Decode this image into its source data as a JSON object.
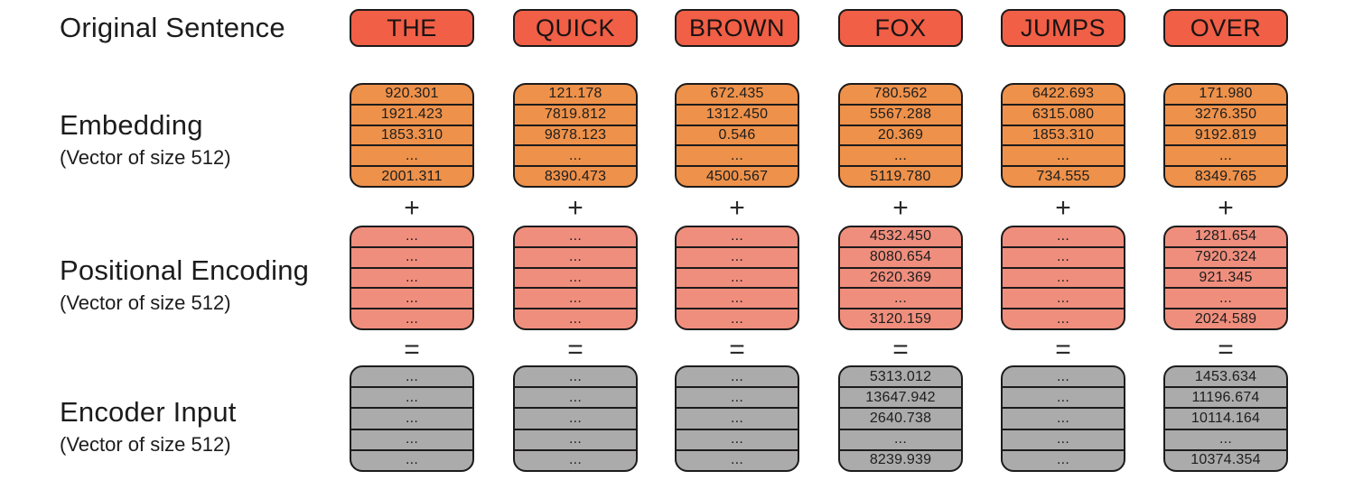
{
  "labels": {
    "original_sentence": "Original Sentence",
    "embedding": {
      "title": "Embedding",
      "subtitle": "(Vector of size 512)"
    },
    "positional_encoding": {
      "title": "Positional Encoding",
      "subtitle": "(Vector of size 512)"
    },
    "encoder_input": {
      "title": "Encoder Input",
      "subtitle": "(Vector of size 512)"
    }
  },
  "operators": {
    "plus": "+",
    "equals": "="
  },
  "colors": {
    "token-fill": "#f05f46",
    "embedding-fill": "#ee914a",
    "positional-fill": "#f08e7d",
    "encoder-fill": "#ababab",
    "box-border": "#1d1b1b",
    "text": "#1d1d1d"
  },
  "columns": [
    {
      "token": "THE",
      "embedding": [
        "920.301",
        "1921.423",
        "1853.310",
        "...",
        "2001.311"
      ],
      "positional": [
        "...",
        "...",
        "...",
        "...",
        "..."
      ],
      "encoder": [
        "...",
        "...",
        "...",
        "...",
        "..."
      ]
    },
    {
      "token": "QUICK",
      "embedding": [
        "121.178",
        "7819.812",
        "9878.123",
        "...",
        "8390.473"
      ],
      "positional": [
        "...",
        "...",
        "...",
        "...",
        "..."
      ],
      "encoder": [
        "...",
        "...",
        "...",
        "...",
        "..."
      ]
    },
    {
      "token": "BROWN",
      "embedding": [
        "672.435",
        "1312.450",
        "0.546",
        "...",
        "4500.567"
      ],
      "positional": [
        "...",
        "...",
        "...",
        "...",
        "..."
      ],
      "encoder": [
        "...",
        "...",
        "...",
        "...",
        "..."
      ]
    },
    {
      "token": "FOX",
      "embedding": [
        "780.562",
        "5567.288",
        "20.369",
        "...",
        "5119.780"
      ],
      "positional": [
        "4532.450",
        "8080.654",
        "2620.369",
        "...",
        "3120.159"
      ],
      "encoder": [
        "5313.012",
        "13647.942",
        "2640.738",
        "...",
        "8239.939"
      ]
    },
    {
      "token": "JUMPS",
      "embedding": [
        "6422.693",
        "6315.080",
        "1853.310",
        "...",
        "734.555"
      ],
      "positional": [
        "...",
        "...",
        "...",
        "...",
        "..."
      ],
      "encoder": [
        "...",
        "...",
        "...",
        "...",
        "..."
      ]
    },
    {
      "token": "OVER",
      "embedding": [
        "171.980",
        "3276.350",
        "9192.819",
        "...",
        "8349.765"
      ],
      "positional": [
        "1281.654",
        "7920.324",
        "921.345",
        "...",
        "2024.589"
      ],
      "encoder": [
        "1453.634",
        "11196.674",
        "10114.164",
        "...",
        "10374.354"
      ]
    }
  ]
}
